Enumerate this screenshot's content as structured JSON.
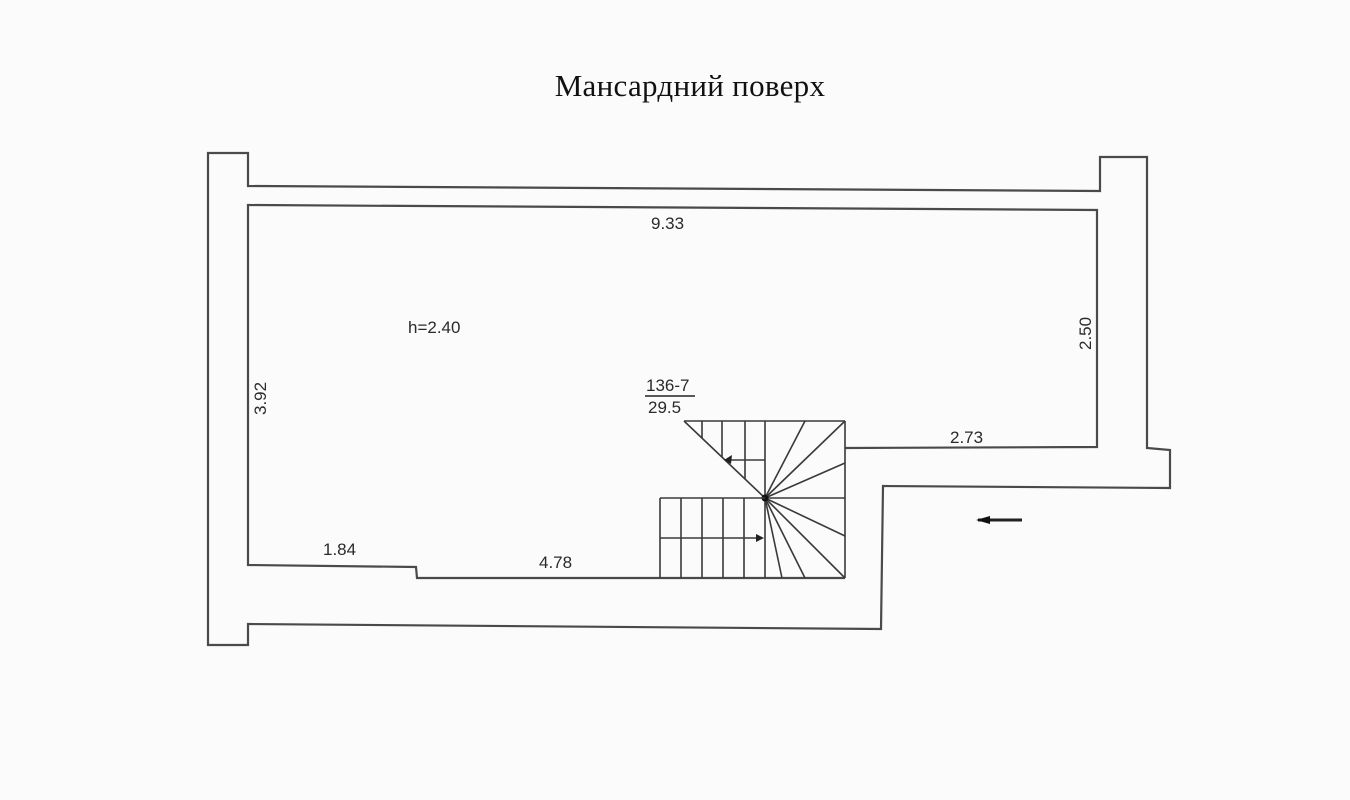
{
  "title": "Мансардний поверх",
  "floor_plan": {
    "ceiling_height_label": "h=2.40",
    "dimensions": {
      "top_length": "9.33",
      "left_height": "3.92",
      "right_height": "2.50",
      "right_bottom_length": "2.73",
      "bottom_left_length": "1.84",
      "bottom_middle_length": "4.78"
    },
    "room_label": {
      "numerator": "136-7",
      "denominator": "29.5"
    },
    "colors": {
      "background": "#fbfbfb",
      "lines": "#4a4a4a",
      "text": "#2a2a2a"
    }
  }
}
